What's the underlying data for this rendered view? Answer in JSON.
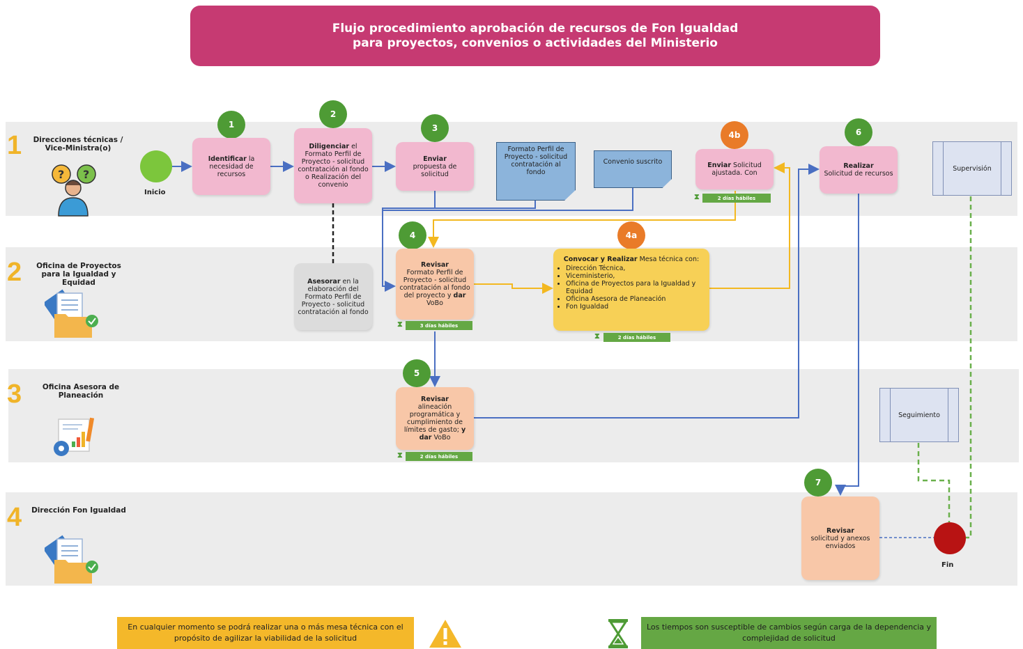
{
  "title": {
    "line1": "Flujo procedimiento aprobación de recursos de Fon Igualdad",
    "line2": "para proyectos, convenios o actividades del Ministerio"
  },
  "lanes": [
    {
      "number": "1",
      "label": "Direcciones técnicas / Vice-Ministra(o)"
    },
    {
      "number": "2",
      "label": "Oficina de Proyectos para la Igualdad y Equidad"
    },
    {
      "number": "3",
      "label": "Oficina Asesora de Planeación"
    },
    {
      "number": "4",
      "label": "Dirección Fon Igualdad"
    }
  ],
  "start": {
    "label": "Inicio"
  },
  "end": {
    "label": "Fin"
  },
  "steps": {
    "s1": {
      "badge": "1",
      "bold": "Identificar",
      "text": " la necesidad de recursos"
    },
    "s2": {
      "badge": "2",
      "bold": "Diligenciar",
      "text": " el Formato Perfil de Proyecto - solicitud contratación al fondo o Realización del convenio"
    },
    "s2b": {
      "bold": "Asesorar",
      "text": " en la elaboración del Formato Perfil de Proyecto - solicitud contratación al fondo"
    },
    "s3": {
      "badge": "3",
      "bold": "Enviar",
      "text": "propuesta de solicitud"
    },
    "s4": {
      "badge": "4",
      "bold": "Revisar",
      "text": "Formato Perfil de Proyecto - solicitud contratación al fondo del proyecto y ",
      "bold2": "dar",
      "text2": " VoBo",
      "days": "3 días hábiles"
    },
    "s4a": {
      "badge": "4a",
      "bold": "Convocar y Realizar",
      "text": " Mesa técnica con:",
      "items": [
        "Dirección Técnica,",
        "Viceministerio,",
        "Oficina de Proyectos para la Igualdad y Equidad",
        "Oficina Asesora de Planeación",
        "Fon Igualdad"
      ],
      "days": "2 días hábiles"
    },
    "s4b": {
      "badge": "4b",
      "bold": "Enviar",
      "text": " Solicitud ajustada. Con",
      "days": "2 días hábiles"
    },
    "s5": {
      "badge": "5",
      "bold": "Revisar",
      "text": "alineación programática y cumplimiento de límites de gasto; ",
      "bold2": "y dar",
      "text2": " VoBo",
      "days": "2 días hábiles"
    },
    "s6": {
      "badge": "6",
      "bold": "Realizar",
      "text": "Solicitud de recursos"
    },
    "s7": {
      "badge": "7",
      "bold": "Revisar",
      "text": "solicitud y anexos enviados"
    }
  },
  "documents": {
    "formato": "Formato Perfil de Proyecto - solicitud contratación al fondo",
    "convenio": "Convenio suscrito"
  },
  "side_boxes": {
    "supervision": "Supervisión",
    "seguimiento": "Seguimiento"
  },
  "notes": {
    "yellow": "En cualquier momento se podrá realizar una o más mesa técnica con el propósito de agilizar la viabilidad de la solicitud",
    "green": "Los tiempos son susceptible de cambios según carga de la dependencia y complejidad de solicitud"
  },
  "colors": {
    "title_bg": "#c63a72",
    "lane_bg": "#ececec",
    "step_pink": "#f2b8cf",
    "step_salmon": "#f8c7a8",
    "step_yellow": "#f7d056",
    "badge_green": "#4e9b35",
    "badge_orange": "#e97b28",
    "arrow_blue": "#4a6fc2",
    "arrow_yellow": "#f3b820",
    "dashed_green": "#6ab04c"
  }
}
